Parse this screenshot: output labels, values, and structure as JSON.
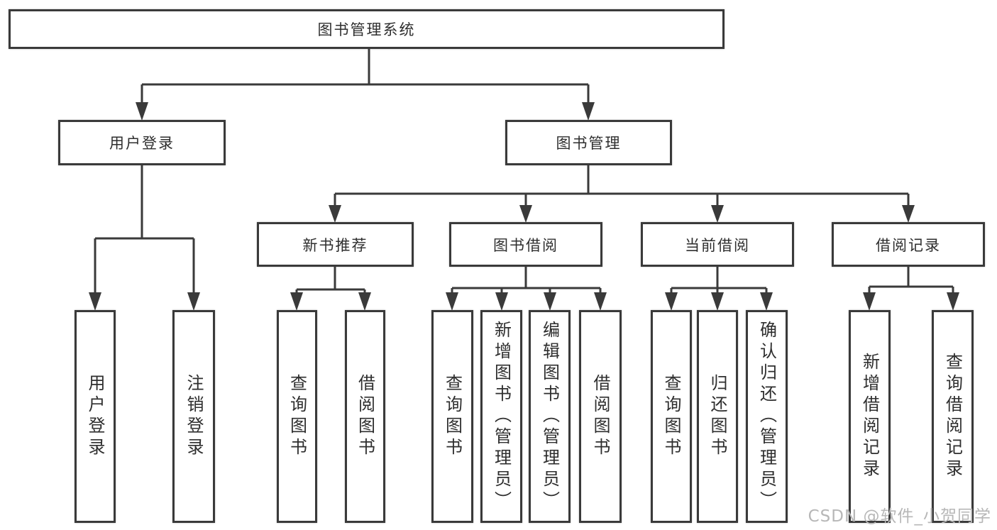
{
  "diagram": {
    "root": {
      "label": "图书管理系统"
    },
    "level2": [
      {
        "label": "用户登录"
      },
      {
        "label": "图书管理"
      }
    ],
    "level3": [
      {
        "label": "新书推荐",
        "parent": "图书管理"
      },
      {
        "label": "图书借阅",
        "parent": "图书管理"
      },
      {
        "label": "当前借阅",
        "parent": "图书管理"
      },
      {
        "label": "借阅记录",
        "parent": "图书管理"
      }
    ],
    "leaves": [
      {
        "label": "用户登录",
        "parent": "用户登录"
      },
      {
        "label": "注销登录",
        "parent": "用户登录"
      },
      {
        "label": "查询图书",
        "parent": "新书推荐"
      },
      {
        "label": "借阅图书",
        "parent": "新书推荐"
      },
      {
        "label": "查询图书",
        "parent": "图书借阅"
      },
      {
        "label": "新增图书（管理员）",
        "parent": "图书借阅"
      },
      {
        "label": "编辑图书（管理员）",
        "parent": "图书借阅"
      },
      {
        "label": "借阅图书",
        "parent": "图书借阅"
      },
      {
        "label": "查询图书",
        "parent": "当前借阅"
      },
      {
        "label": "归还图书",
        "parent": "当前借阅"
      },
      {
        "label": "确认归还（管理员）",
        "parent": "当前借阅"
      },
      {
        "label": "新增借阅记录",
        "parent": "借阅记录"
      },
      {
        "label": "查询借阅记录",
        "parent": "借阅记录"
      }
    ],
    "colors": {
      "line": "#3a3a3a",
      "text": "#2e2e2e",
      "box_background": "#ffffff",
      "background": "#ffffff",
      "watermark": "#b7b7b7"
    }
  },
  "watermark": {
    "text": "CSDN @软件_小贺同学"
  }
}
